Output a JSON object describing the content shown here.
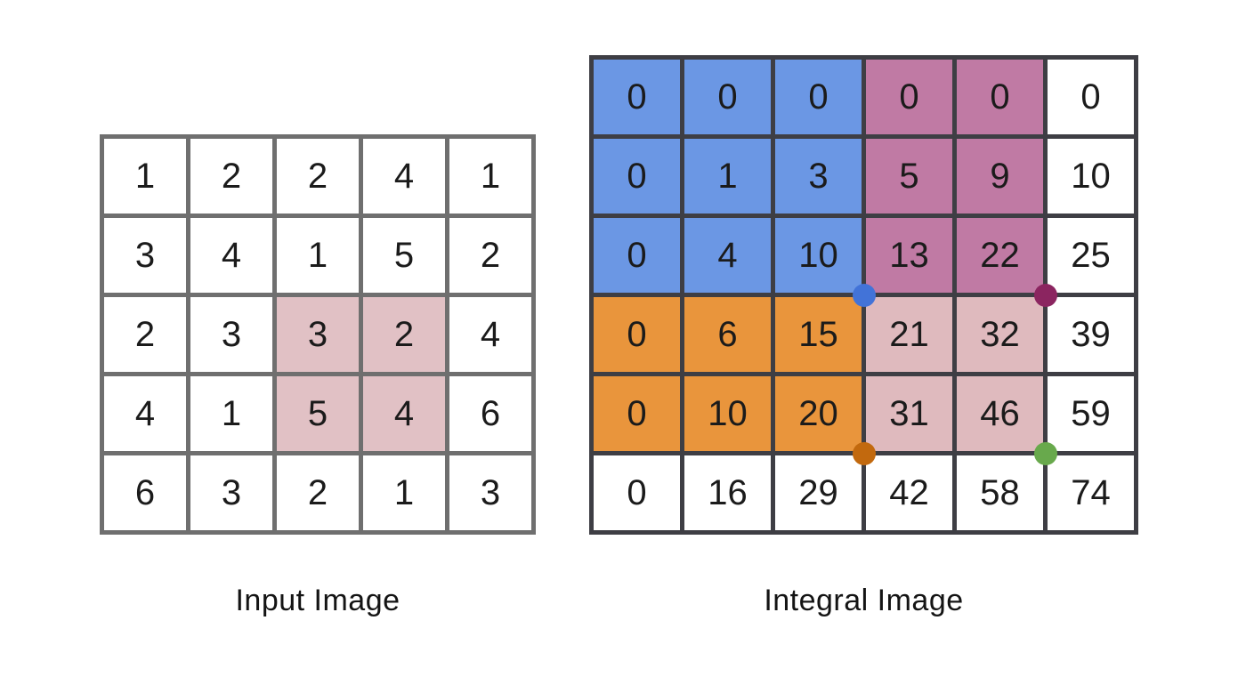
{
  "labels": {
    "input": "Input Image",
    "integral": "Integral Image"
  },
  "input_grid": {
    "rows": [
      [
        1,
        2,
        2,
        4,
        1
      ],
      [
        3,
        4,
        1,
        5,
        2
      ],
      [
        2,
        3,
        3,
        2,
        4
      ],
      [
        4,
        1,
        5,
        4,
        6
      ],
      [
        6,
        3,
        2,
        1,
        3
      ]
    ],
    "highlight_cells": [
      [
        2,
        2
      ],
      [
        2,
        3
      ],
      [
        3,
        2
      ],
      [
        3,
        3
      ]
    ],
    "highlight_color": "#e1c1c5",
    "cell_color": "#ffffff",
    "line_color": "#6f6f6f"
  },
  "integral_grid": {
    "rows": [
      [
        0,
        0,
        0,
        0,
        0,
        0
      ],
      [
        0,
        1,
        3,
        5,
        9,
        10
      ],
      [
        0,
        4,
        10,
        13,
        22,
        25
      ],
      [
        0,
        6,
        15,
        21,
        32,
        39
      ],
      [
        0,
        10,
        20,
        31,
        46,
        59
      ],
      [
        0,
        16,
        29,
        42,
        58,
        74
      ]
    ],
    "region_map": [
      [
        "blue",
        "blue",
        "blue",
        "purple",
        "purple",
        "white"
      ],
      [
        "blue",
        "blue",
        "blue",
        "purple",
        "purple",
        "white"
      ],
      [
        "blue",
        "blue",
        "blue",
        "purple",
        "purple",
        "white"
      ],
      [
        "orange",
        "orange",
        "orange",
        "pink",
        "pink",
        "white"
      ],
      [
        "orange",
        "orange",
        "orange",
        "pink",
        "pink",
        "white"
      ],
      [
        "white",
        "white",
        "white",
        "white",
        "white",
        "white"
      ]
    ],
    "region_colors": {
      "blue": "#6b97e4",
      "purple": "#c07aa4",
      "orange": "#e9953c",
      "pink": "#dfbabe",
      "white": "#ffffff"
    },
    "line_color": "#3e3e44"
  },
  "markers": [
    {
      "name": "blue",
      "color": "#4273d8",
      "col": 3,
      "row": 3
    },
    {
      "name": "maroon",
      "color": "#8b2560",
      "col": 5,
      "row": 3
    },
    {
      "name": "orange",
      "color": "#c2690e",
      "col": 3,
      "row": 5
    },
    {
      "name": "green",
      "color": "#68a94c",
      "col": 5,
      "row": 5
    }
  ]
}
